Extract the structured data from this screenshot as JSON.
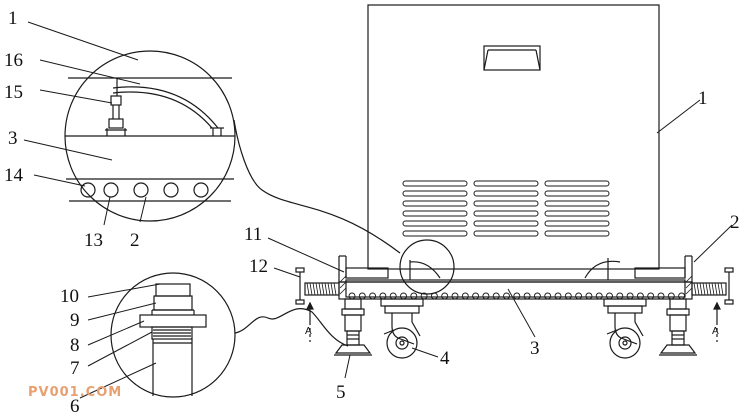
{
  "labels": {
    "l1a": "1",
    "l16": "16",
    "l15": "15",
    "l3a": "3",
    "l14": "14",
    "l13": "13",
    "l2a": "2",
    "l11": "11",
    "l12": "12",
    "l10": "10",
    "l9": "9",
    "l8": "8",
    "l7": "7",
    "l6": "6",
    "l5": "5",
    "l4": "4",
    "l3b": "3",
    "l1b": "1",
    "l2b": "2"
  },
  "section_marks": {
    "left": "A",
    "right": "A"
  },
  "watermark": {
    "text": "PV001.COM",
    "color": "#e8a070"
  },
  "colors": {
    "line": "#1a1a1a",
    "background": "#ffffff"
  }
}
